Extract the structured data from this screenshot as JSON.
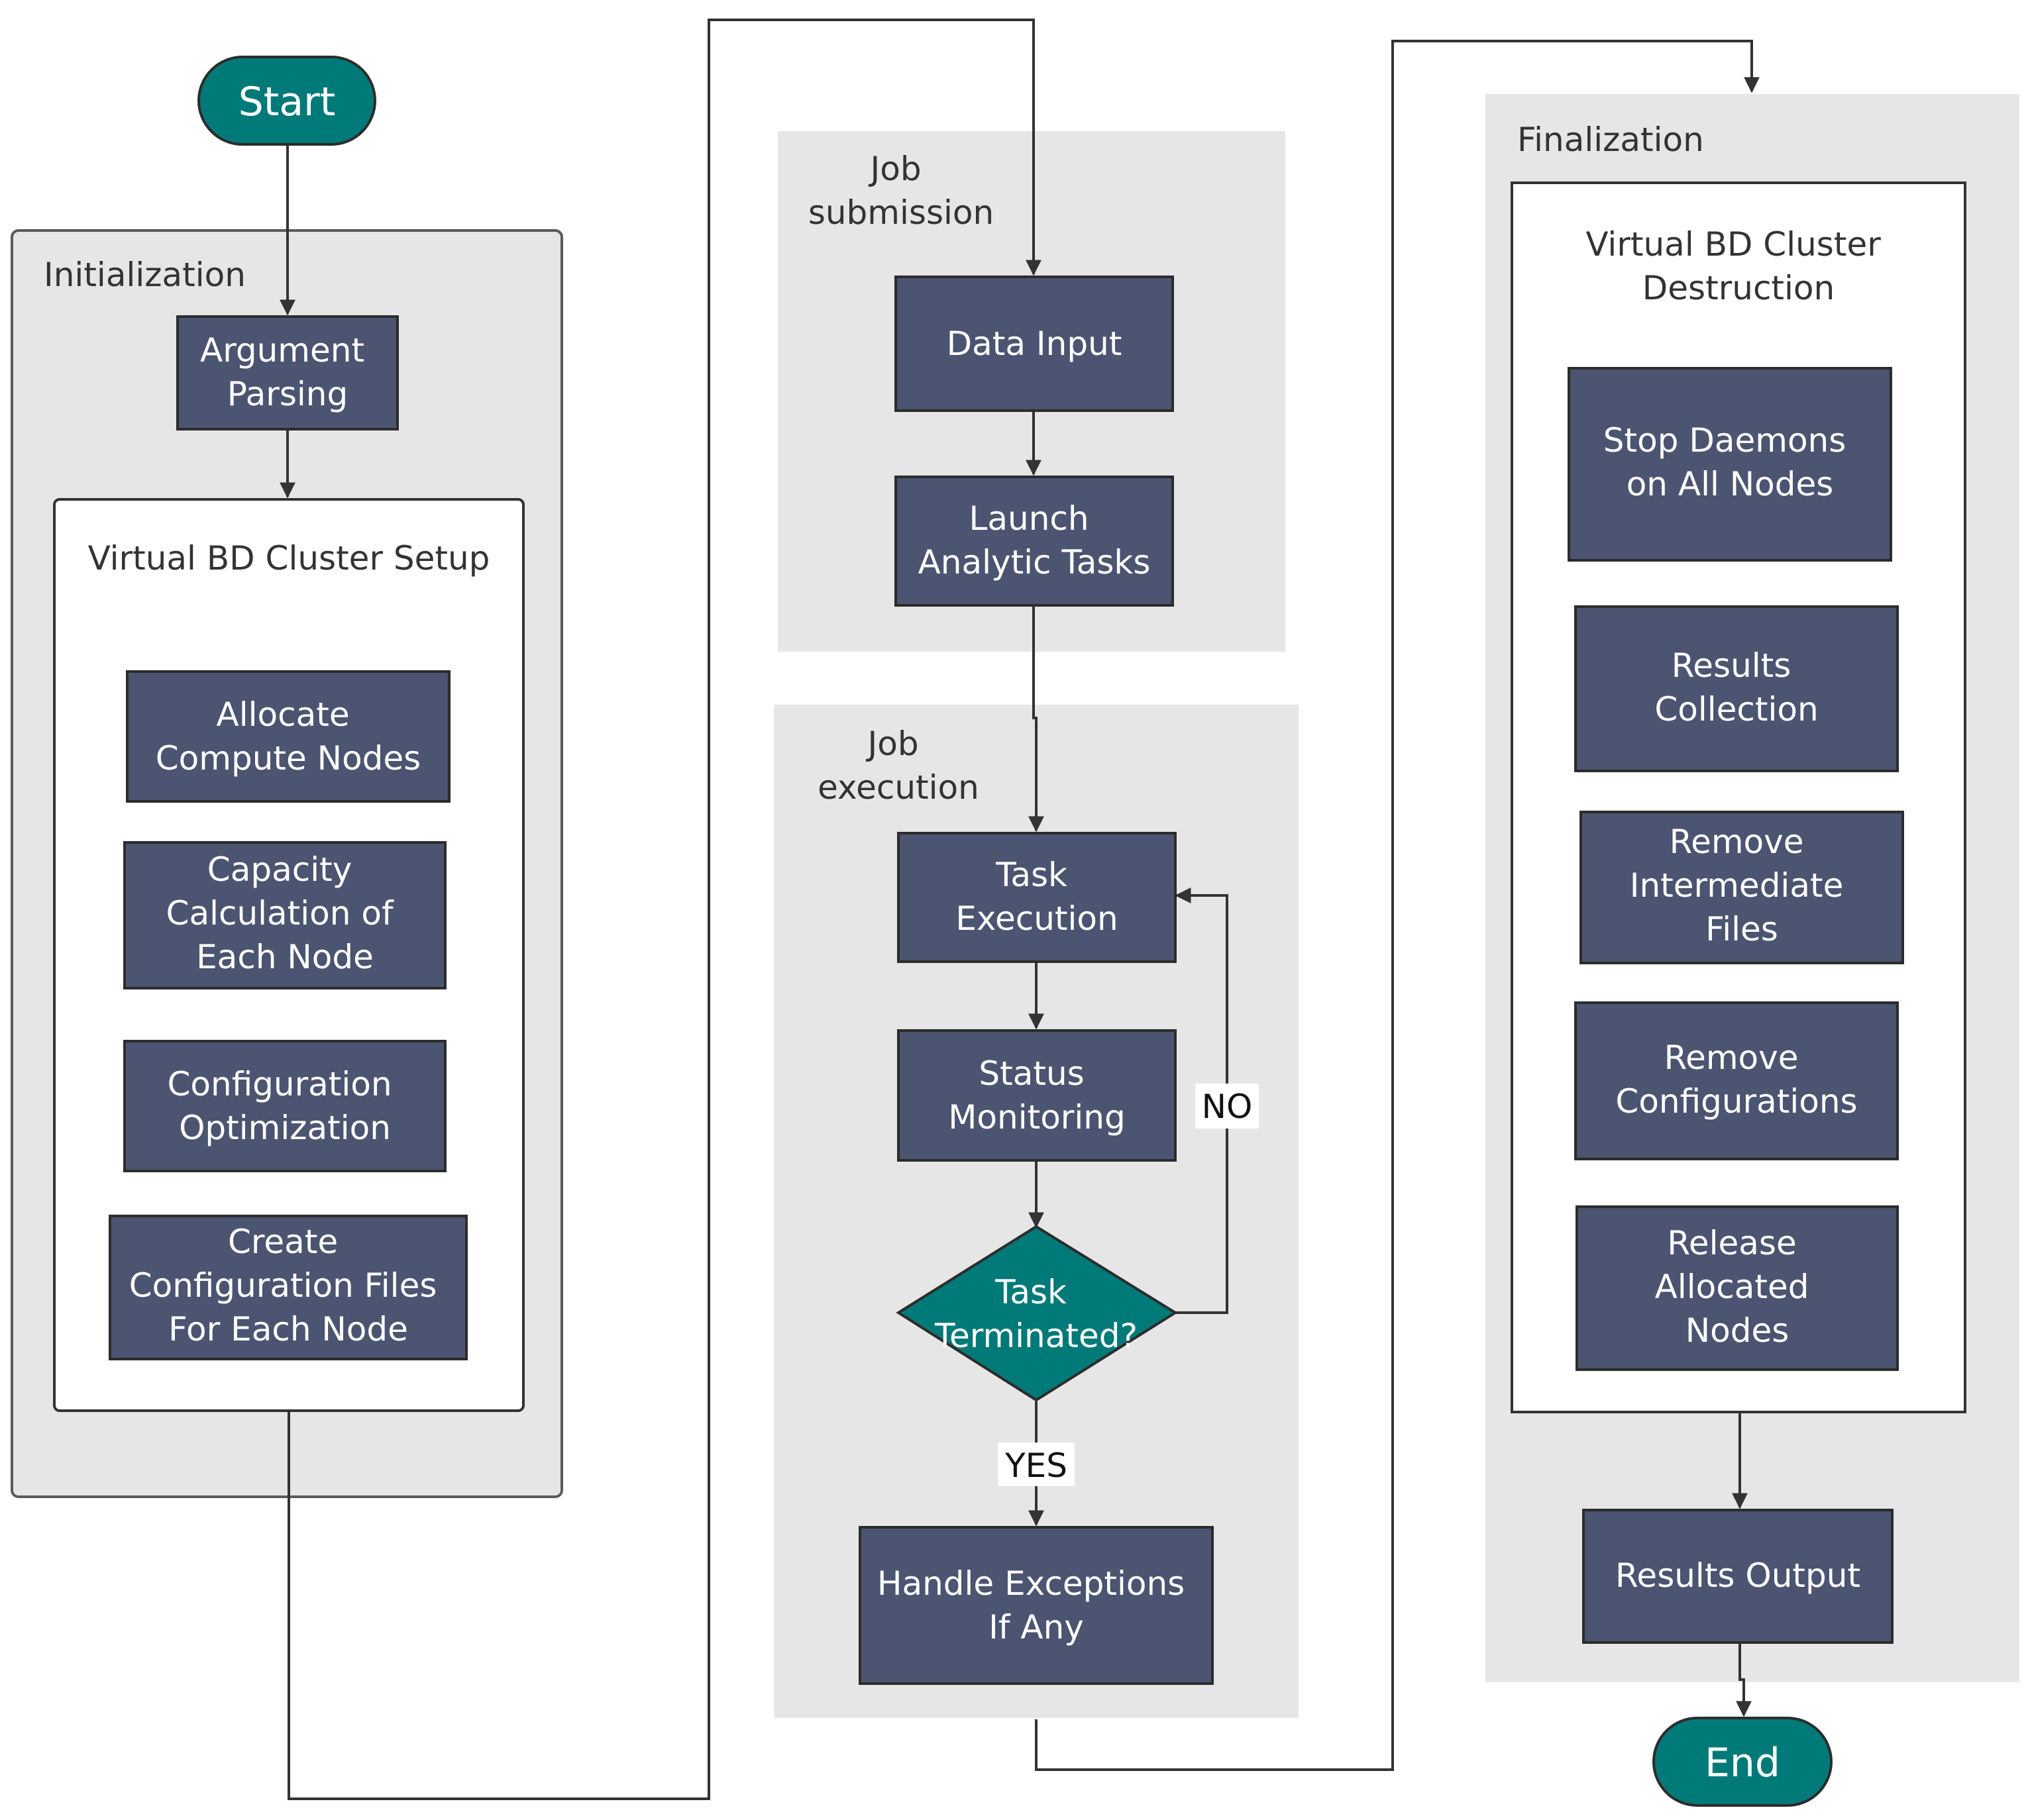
{
  "sections": {
    "initialization": "Initialization",
    "job_submission": [
      "Job",
      "submission"
    ],
    "job_execution": [
      "Job",
      "execution"
    ],
    "finalization": "Finalization"
  },
  "groups": {
    "setup": [
      "Virtual BD Cluster Setup"
    ],
    "destruction": [
      "Virtual BD Cluster",
      "Destruction"
    ]
  },
  "terminals": {
    "start": "Start",
    "end": "End"
  },
  "nodes": {
    "argument_parsing": [
      "Argument",
      "Parsing"
    ],
    "allocate_nodes": [
      "Allocate",
      "Compute Nodes"
    ],
    "capacity_calc": [
      "Capacity",
      "Calculation of",
      "Each Node"
    ],
    "config_opt": [
      "Configuration",
      "Optimization"
    ],
    "create_config": [
      "Create",
      "Configuration Files",
      "For Each Node"
    ],
    "data_input": [
      "Data Input"
    ],
    "launch_tasks": [
      "Launch",
      "Analytic Tasks"
    ],
    "task_execution": [
      "Task",
      "Execution"
    ],
    "status_monitoring": [
      "Status",
      "Monitoring"
    ],
    "task_terminated": [
      "Task",
      "Terminated?"
    ],
    "handle_exceptions": [
      "Handle Exceptions",
      "If Any"
    ],
    "stop_daemons": [
      "Stop Daemons",
      "on All Nodes"
    ],
    "results_collection": [
      "Results",
      "Collection"
    ],
    "remove_intermediate": [
      "Remove",
      "Intermediate",
      "Files"
    ],
    "remove_configs": [
      "Remove",
      "Configurations"
    ],
    "release_nodes": [
      "Release",
      "Allocated",
      "Nodes"
    ],
    "results_output": [
      "Results Output"
    ]
  },
  "edge_labels": {
    "no": "NO",
    "yes": "YES"
  },
  "colors": {
    "process_fill": "#4b5470",
    "terminal_fill": "#007a78",
    "section_fill": "#e6e6e6",
    "text_on_dark": "#ffffff"
  }
}
